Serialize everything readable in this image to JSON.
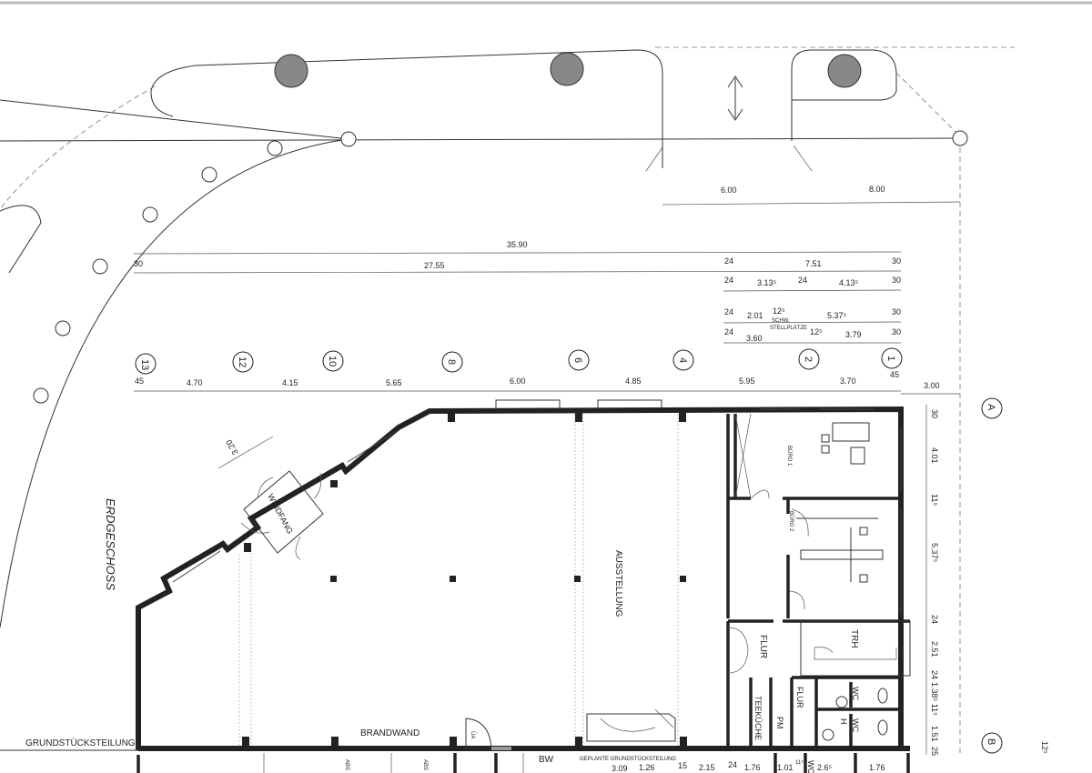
{
  "title": "ERDGESCHOSS",
  "rooms": {
    "showroom": "AUSSTELLUNG",
    "office1": "BÜRO 1",
    "office2": "BÜRO 2",
    "hall1": "FLUR",
    "hall2": "FLUR",
    "stair": "TRH",
    "kitchenette": "TEEKÜCHE",
    "pm": "PM",
    "h": "H",
    "wc1": "WC",
    "wc2": "WC",
    "vestibule": "WINDFANG",
    "door_note": "ÜA"
  },
  "annotations": {
    "property_division": "GRUNDSTÜCKSTEILUNG",
    "firewall": "BRANDWAND",
    "bw": "BW",
    "abs1": "ABS",
    "abs2": "ABS",
    "planned_division": "GEPLANTE GRUNDSTÜCKSTEILUNG",
    "parking_a": "SCHW.",
    "parking_b": "STELLPLÄTZE",
    "vestibule_dim": "3.20"
  },
  "axes": {
    "columns": [
      "13",
      "12",
      "10",
      "8",
      "6",
      "4",
      "2",
      "1"
    ],
    "rows": [
      "A",
      "B"
    ]
  },
  "dims": {
    "site": [
      "6.00",
      "8.00"
    ],
    "overall": "35.90",
    "row1": [
      "30",
      "27.55",
      "24",
      "7.51",
      "30"
    ],
    "row2": [
      "24",
      "3.13⁵",
      "24",
      "4.13⁵",
      "30"
    ],
    "row3": [
      "24",
      "2.01",
      "12⁵",
      "5.37⁵",
      "30"
    ],
    "row4": [
      "24",
      "3.60",
      "12⁵",
      "3.79",
      "30"
    ],
    "axis_row": [
      "45",
      "4.70",
      "4.15",
      "5.65",
      "6.00",
      "4.85",
      "5.95",
      "3.70",
      "45",
      "3.00"
    ],
    "right": [
      "30",
      "4.01",
      "11⁵",
      "5.37⁵",
      "24",
      "2.51",
      "24",
      "1.38⁵ 11⁵",
      "1.51",
      "25"
    ],
    "bottom": [
      "3.09",
      "1.26",
      "15",
      "2.15",
      "24",
      "1.76",
      "1.01",
      "11⁵",
      "WC",
      "2.6⁵",
      "1.76"
    ],
    "far_right": "12⁵"
  }
}
